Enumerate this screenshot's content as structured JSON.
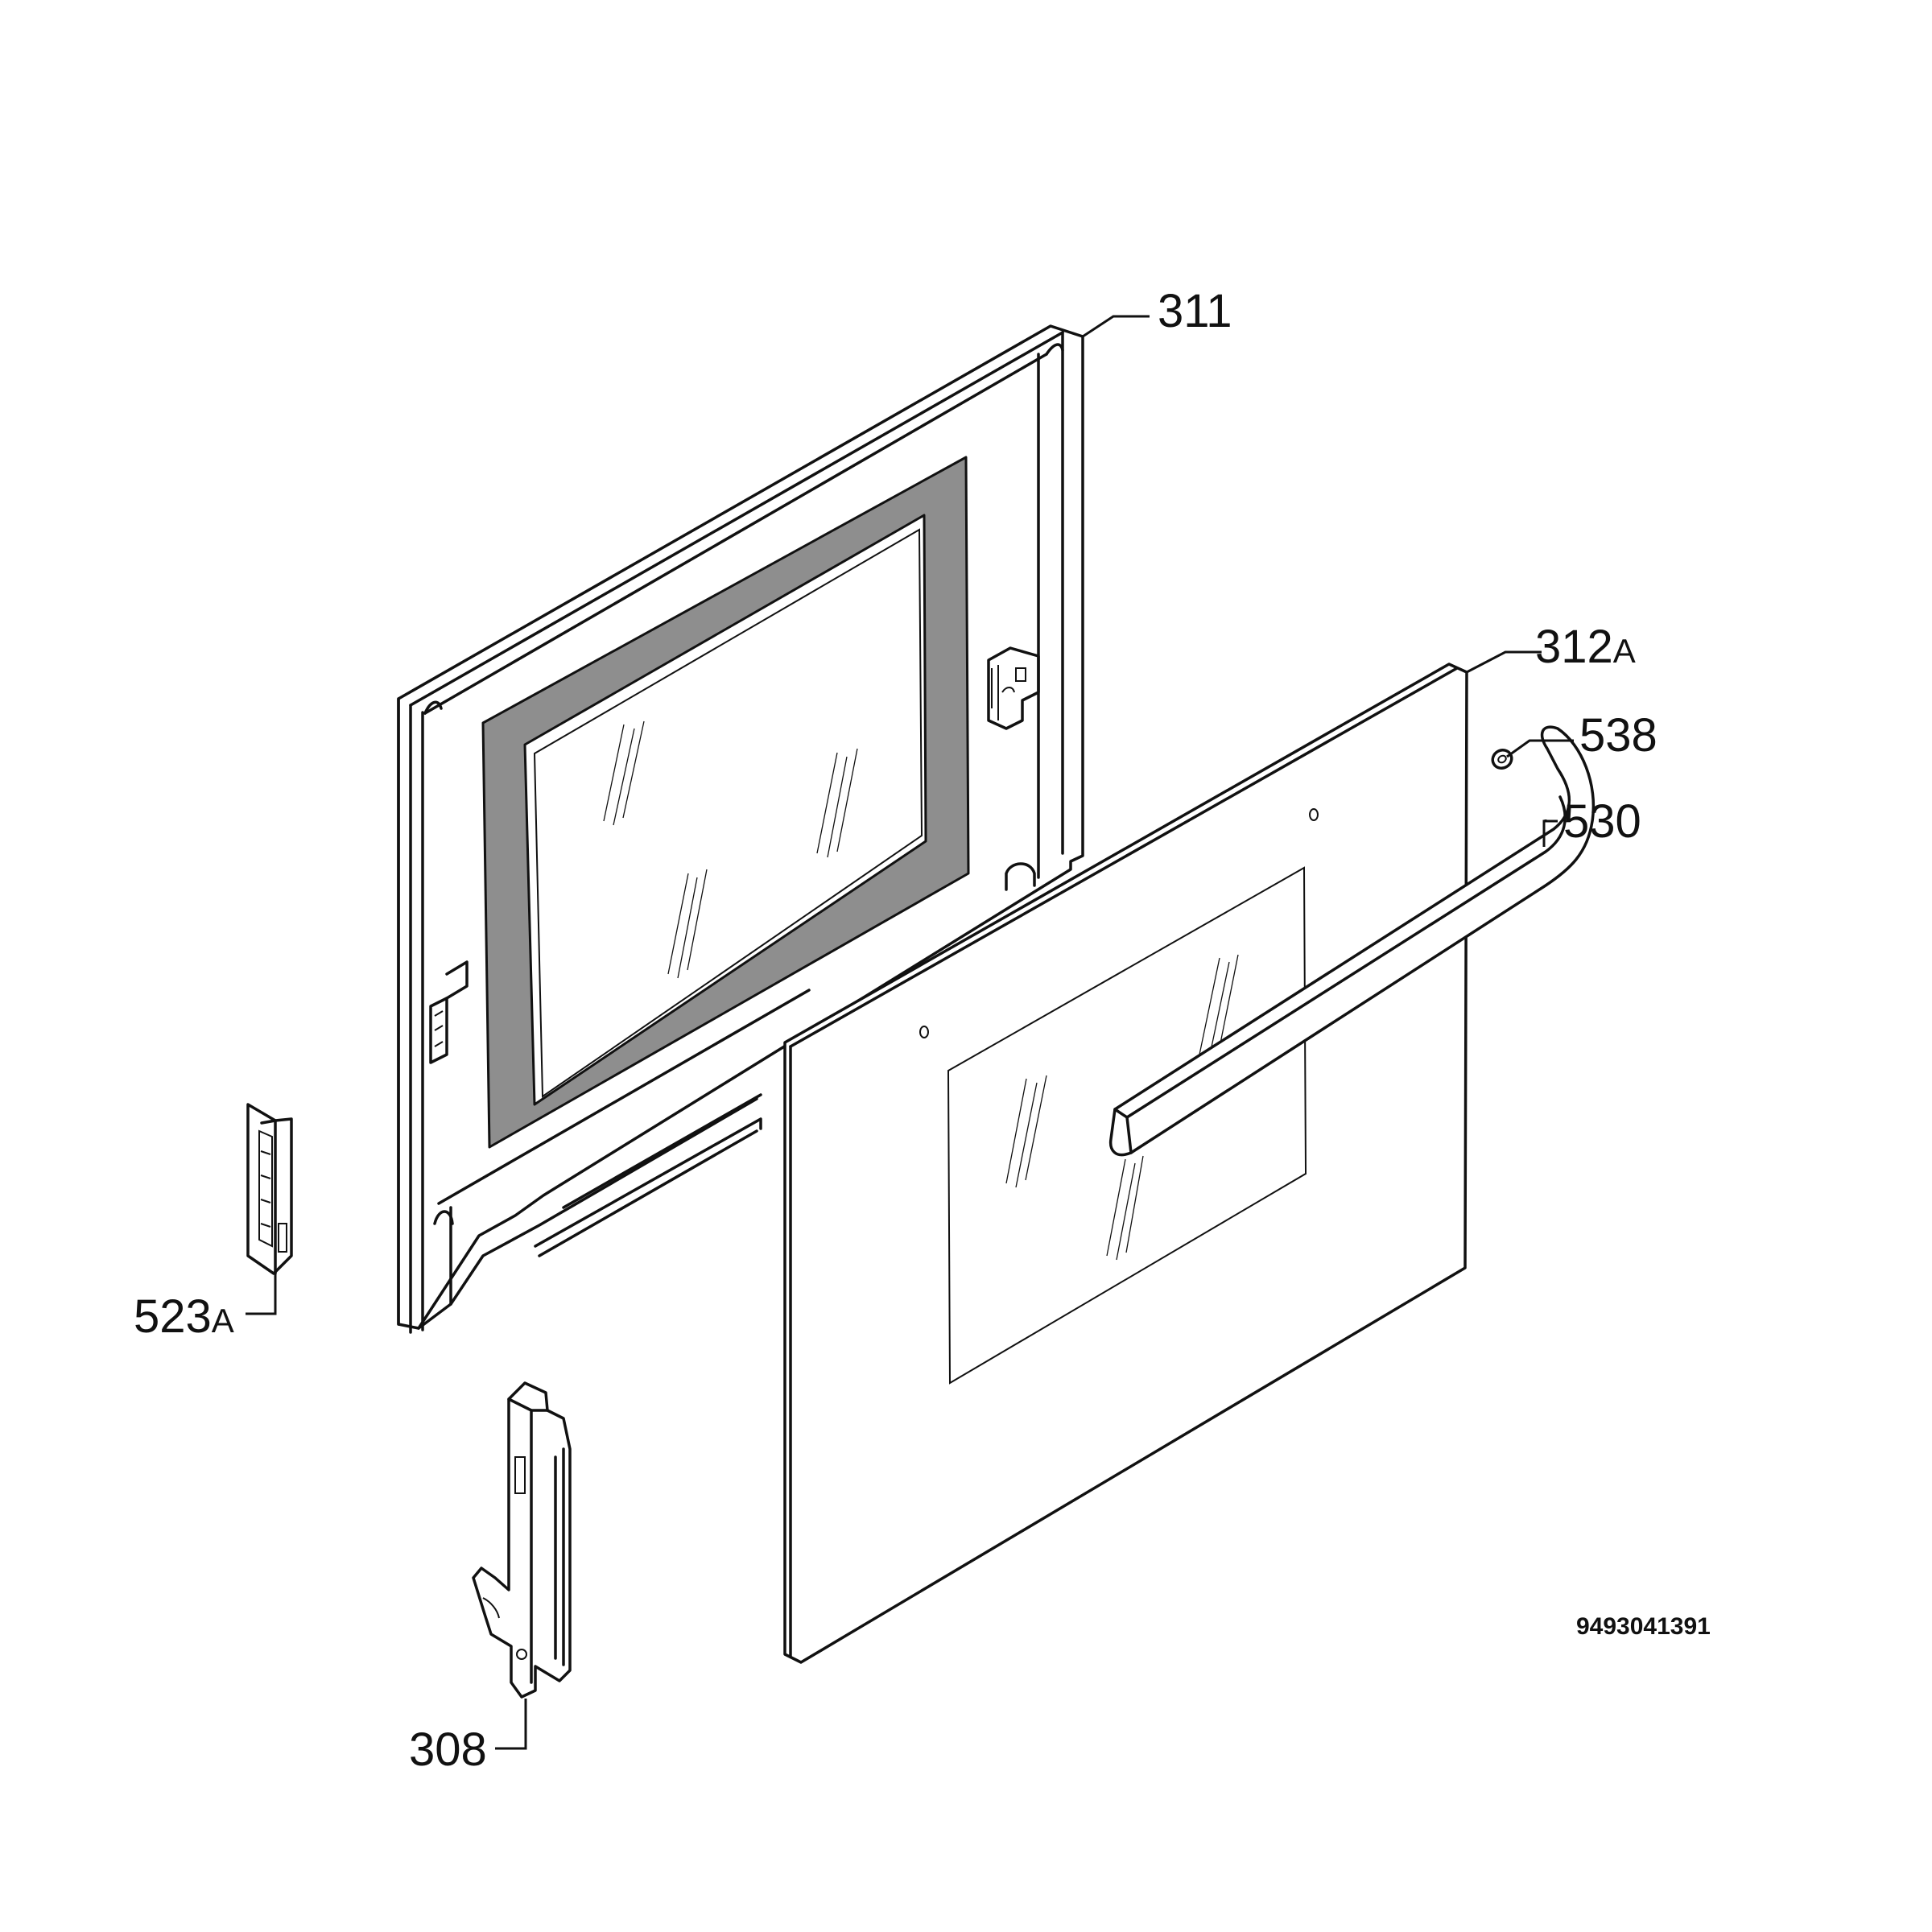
{
  "diagram": {
    "labels": {
      "door_frame": "311",
      "outer_door_glass": {
        "main": "312",
        "suffix": "A"
      },
      "small_part": "538",
      "door_handle": "530",
      "hinge_cover": {
        "main": "523",
        "suffix": "A"
      },
      "hinge": "308"
    },
    "document_number": "9493041391"
  }
}
